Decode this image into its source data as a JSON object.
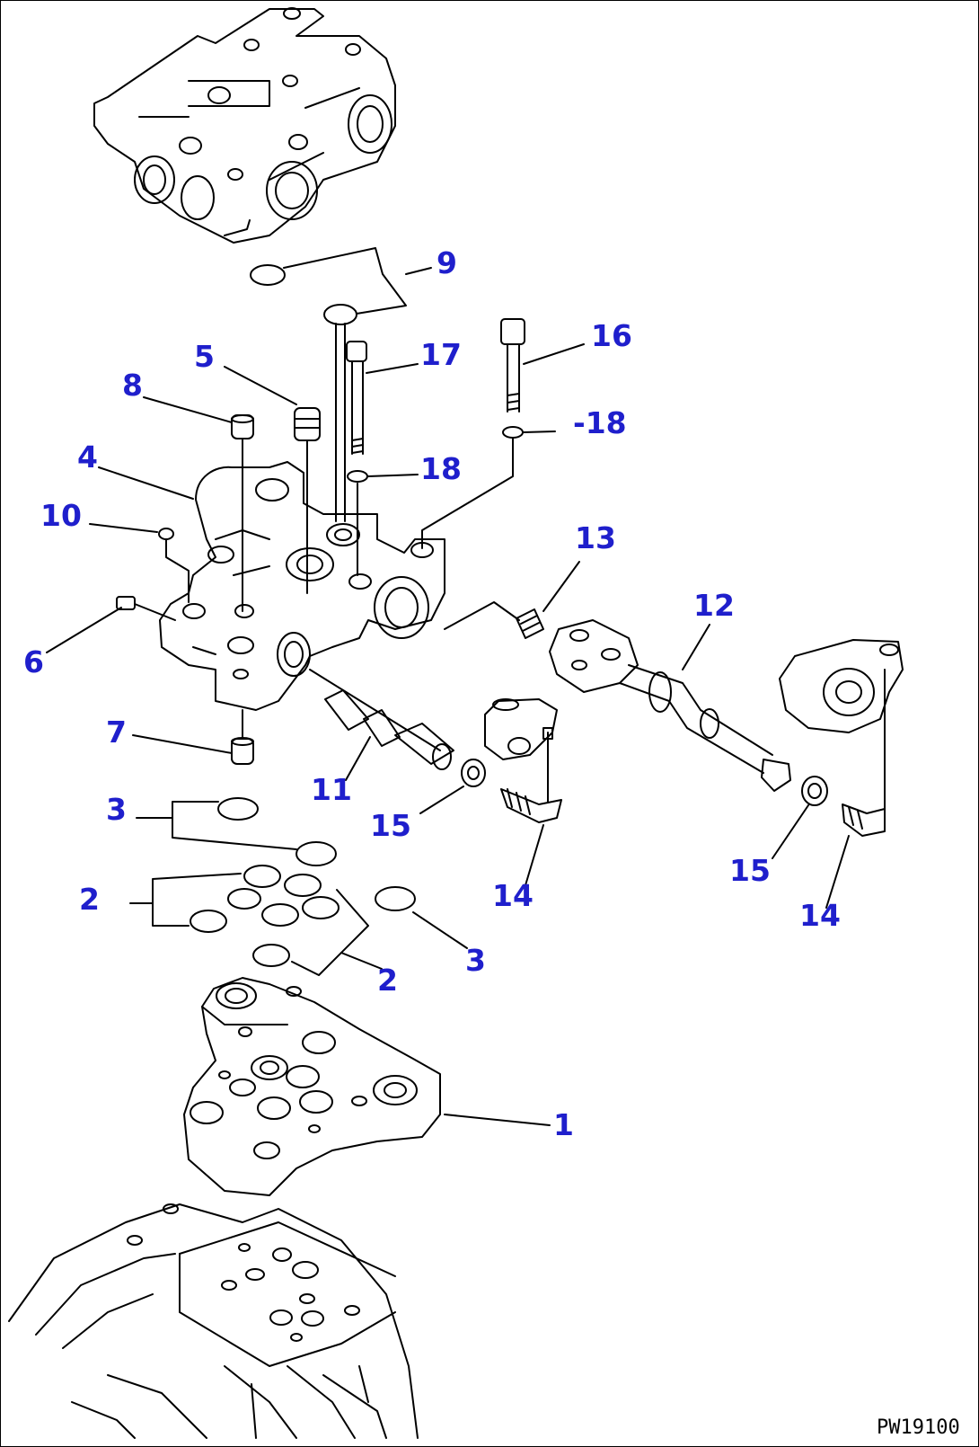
{
  "diagram": {
    "callout_color": "#1f1fcc",
    "line_color": "#000000",
    "background": "#ffffff",
    "drawing_code": "PW19100"
  },
  "callouts": {
    "c1": "1",
    "c2a": "2",
    "c2b": "2",
    "c3a": "3",
    "c3b": "3",
    "c4": "4",
    "c5": "5",
    "c6": "6",
    "c7": "7",
    "c8": "8",
    "c9": "9",
    "c10": "10",
    "c11": "11",
    "c12": "12",
    "c13": "13",
    "c14a": "14",
    "c14b": "14",
    "c15a": "15",
    "c15b": "15",
    "c16": "16",
    "c17": "17",
    "c18a": "18",
    "c18b": "-18"
  },
  "icons": {
    "upper_housing": "valve-housing-icon",
    "valve_body": "valve-body-icon",
    "plate": "valve-plate-icon",
    "lower_case": "transmission-case-icon",
    "spool_large": "spool-icon",
    "spool_small": "spool-icon",
    "lever": "lever-icon"
  }
}
